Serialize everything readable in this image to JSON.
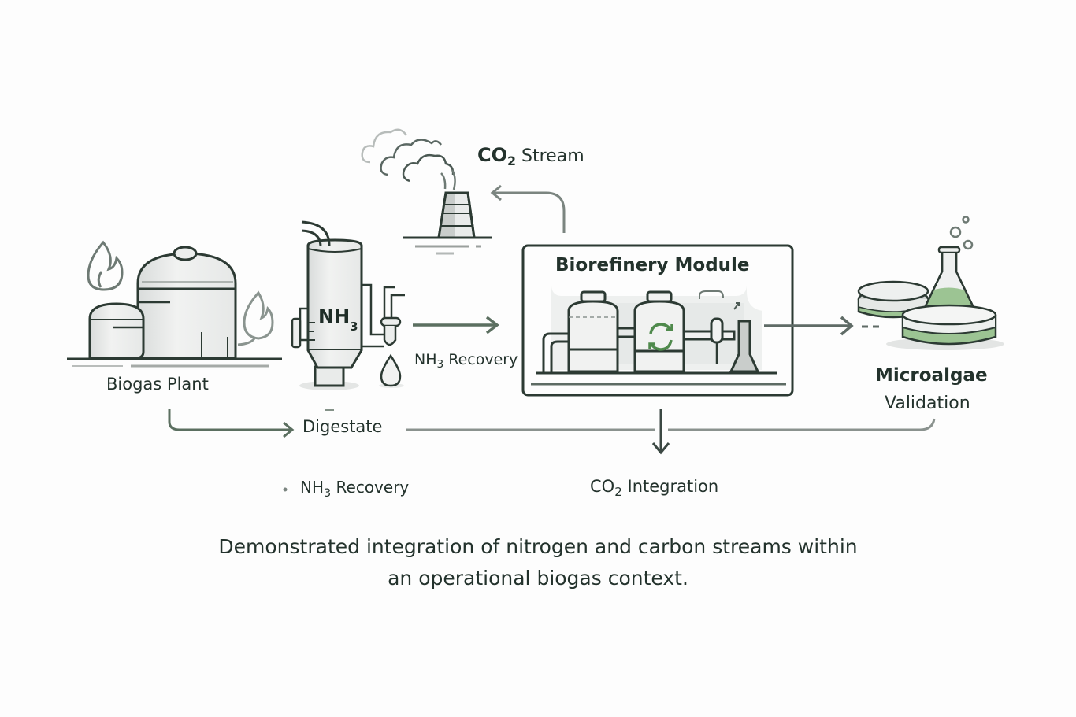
{
  "nodes": {
    "biogas_plant": {
      "label": "Biogas Plant"
    },
    "nh3_column": {
      "label_main": "NH",
      "label_sub": "3"
    },
    "co2_stream": {
      "label_main": "CO",
      "label_sub": "2",
      "label_rest": " Stream"
    },
    "nh3_recovery_arrow": {
      "label_main": "NH",
      "label_sub": "3",
      "label_rest": " Recovery"
    },
    "biorefinery": {
      "label": "Biorefinery Module"
    },
    "microalgae": {
      "line1": "Microalgae",
      "line2": "Validation"
    },
    "digestate": {
      "label": "Digestate"
    }
  },
  "bottom_labels": {
    "nh3": {
      "label_main": "NH",
      "label_sub": "3",
      "label_rest": " Recovery"
    },
    "co2": {
      "label_main": "CO",
      "label_sub": "2",
      "label_rest": " Integration"
    }
  },
  "caption": "Demonstrated integration of nitrogen and carbon streams within an operational biogas context.",
  "colors": {
    "ink": "#23332c",
    "arrow_green": "#5b6f60",
    "arrow_grey": "#7b8580",
    "accent_green": "#6fa36b",
    "liquid_green": "#9cc493"
  }
}
